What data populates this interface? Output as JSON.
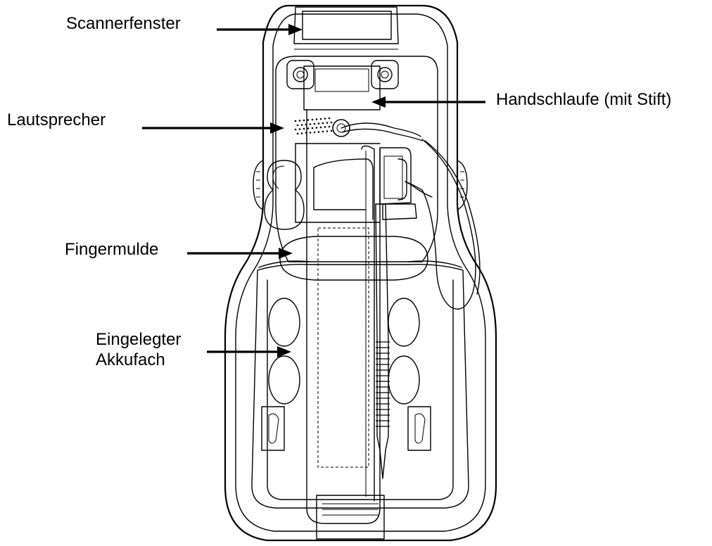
{
  "callouts": {
    "scanner_window": "Scannerfenster",
    "hand_strap": "Handschlaufe (mit Stift)",
    "speaker": "Lautsprecher",
    "finger_recess": "Fingermulde",
    "battery_line1": "Eingelegter",
    "battery_line2": "Akkufach"
  },
  "colors": {
    "line": "#000000",
    "background": "#ffffff"
  }
}
